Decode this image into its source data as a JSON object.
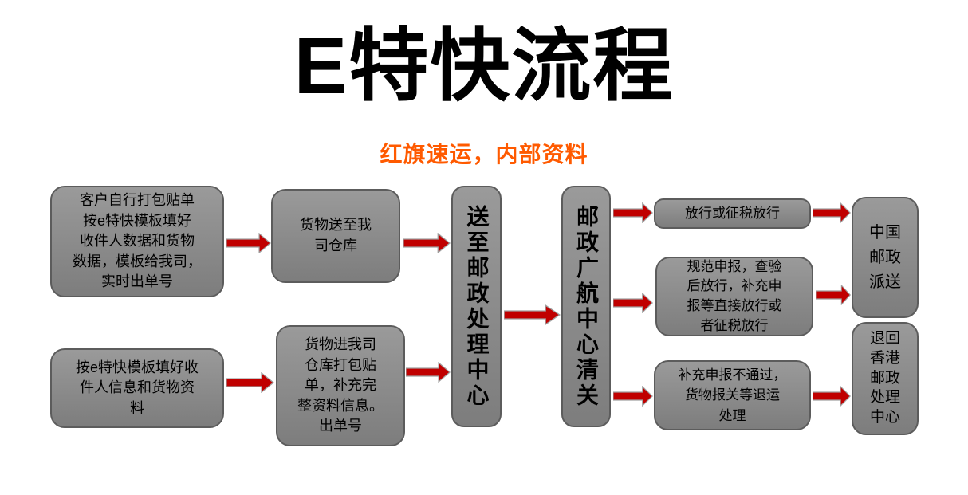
{
  "title": "E特快流程",
  "subtitle": "红旗速运，内部资料",
  "colors": {
    "title": "#000000",
    "subtitle": "#ff5a00",
    "box_fill": "#8c8c8c",
    "box_border": "#5c5c5c",
    "arrow": "#c00000",
    "background": "#ffffff"
  },
  "boxes": {
    "pack_self": "客户自行打包贴单\n按e特快模板填好\n收件人数据和货物\n数据，模板给我司，\n实时出单号",
    "fill_template": "按e特快模板填好收\n件人信息和货物资\n料",
    "deliver_warehouse": "货物送至我\n司仓库",
    "warehouse_pack": "货物进我司\n仓库打包贴\n单，补充完\n整资料信息。\n出单号",
    "postal_center": "送至邮政处理中心",
    "customs_clearance": "邮政广航中心清关",
    "release": "放行或征税放行",
    "standard_declare": "规范申报，查验\n后放行，补充申\n报等直接放行或\n者征税放行",
    "declare_fail": "补充申报不通过，\n货物报关等退运\n处理",
    "china_post": "中国\n邮政\n派送",
    "return_hk": "退回\n香港\n邮政\n处理\n中心"
  }
}
